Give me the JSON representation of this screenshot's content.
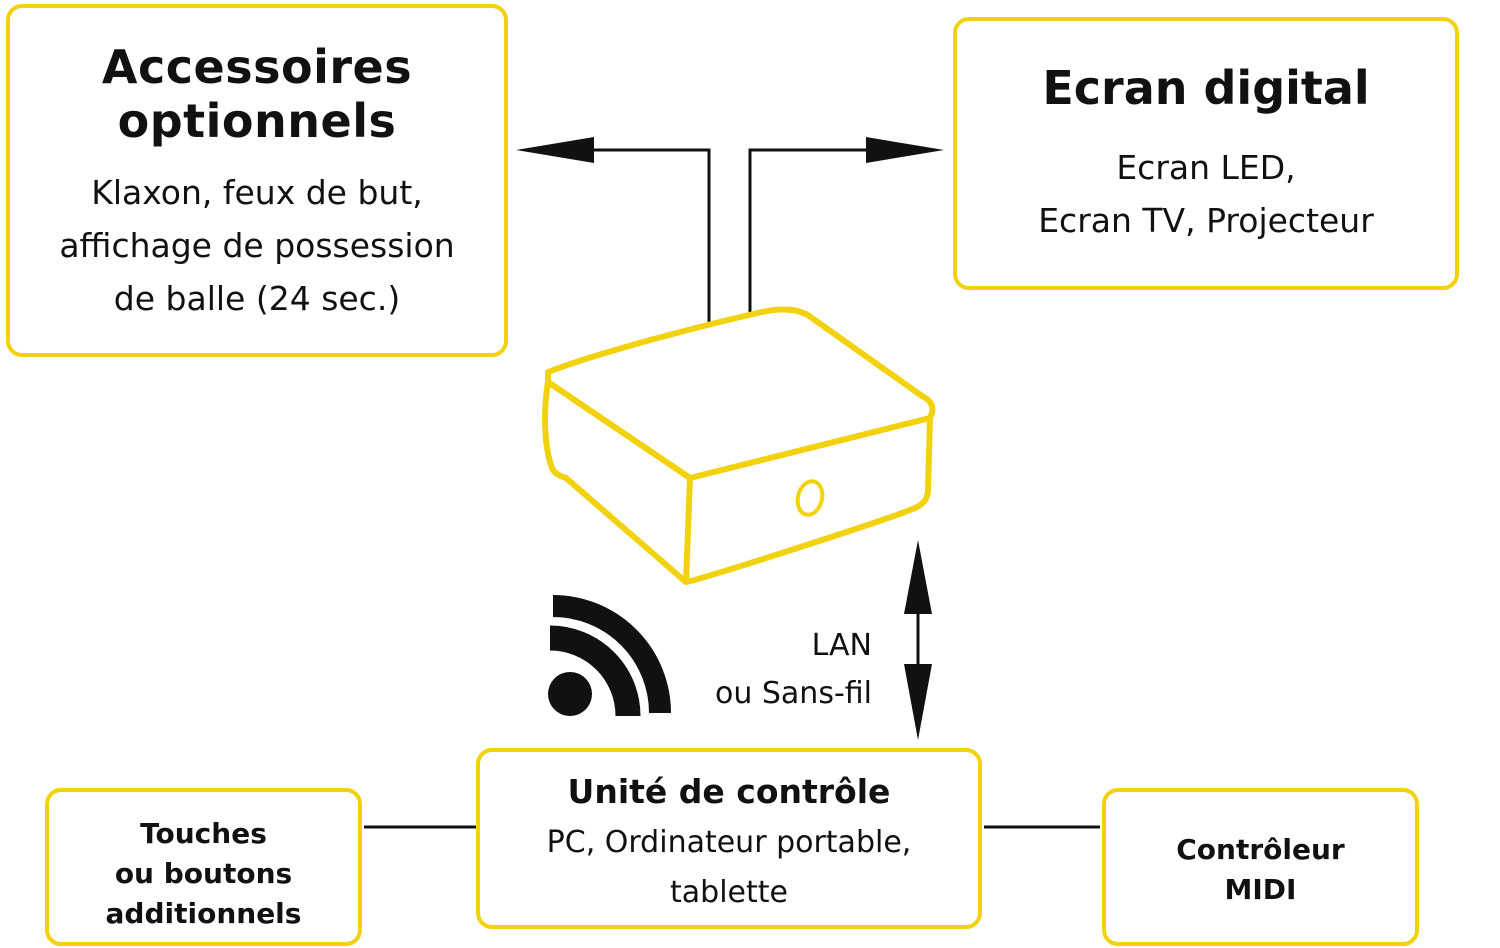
{
  "accessories": {
    "title_line1": "Accessoires",
    "title_line2": "optionnels",
    "desc_lines": [
      "Klaxon, feux de but,",
      "affichage de possession",
      "de balle (24 sec.)"
    ]
  },
  "digital_screen": {
    "title": "Ecran digital",
    "desc_lines": [
      "Ecran LED,",
      "Ecran TV, Projecteur"
    ]
  },
  "control_unit": {
    "title": "Unité de contrôle",
    "desc_lines": [
      "PC, Ordinateur portable,",
      "tablette"
    ]
  },
  "extra_buttons": {
    "title_lines": [
      "Touches",
      "ou boutons",
      "additionnels"
    ]
  },
  "midi_controller": {
    "title_lines": [
      "Contrôleur",
      "MIDI"
    ]
  },
  "connection": {
    "label_lines": [
      "LAN",
      "ou Sans-fil"
    ]
  },
  "icons": {
    "device": "box-device-icon",
    "wireless": "wifi-signal-icon",
    "arrows": "arrow-icon"
  },
  "colors": {
    "accent": "#f2d20f",
    "ink": "#111111",
    "background": "#ffffff"
  }
}
